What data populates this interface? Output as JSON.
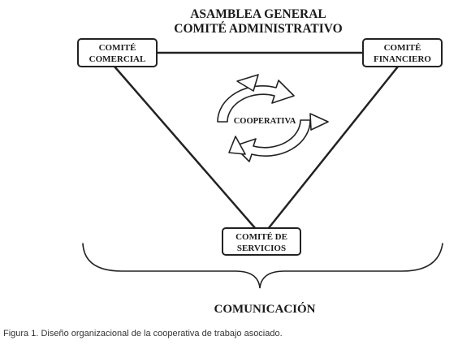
{
  "header": {
    "line1": "ASAMBLEA GENERAL",
    "line2": "COMITÉ ADMINISTRATIVO"
  },
  "nodes": {
    "comercial": {
      "line1": "COMITÉ",
      "line2": "COMERCIAL"
    },
    "financiero": {
      "line1": "COMITÉ",
      "line2": "FINANCIERO"
    },
    "servicios": {
      "line1": "COMITÉ DE",
      "line2": "SERVICIOS"
    }
  },
  "center": {
    "label": "COOPERATIVA"
  },
  "footer": {
    "label": "COMUNICACIÓN"
  },
  "caption": {
    "text": "Figura 1. Diseño organizacional de la cooperativa de trabajo asociado."
  },
  "icons": {
    "cycle": "circular-arrows-icon",
    "brace": "curly-brace"
  },
  "colors": {
    "stroke": "#222222",
    "arrow_fill": "#ffffff",
    "text": "#1a1a1a"
  }
}
